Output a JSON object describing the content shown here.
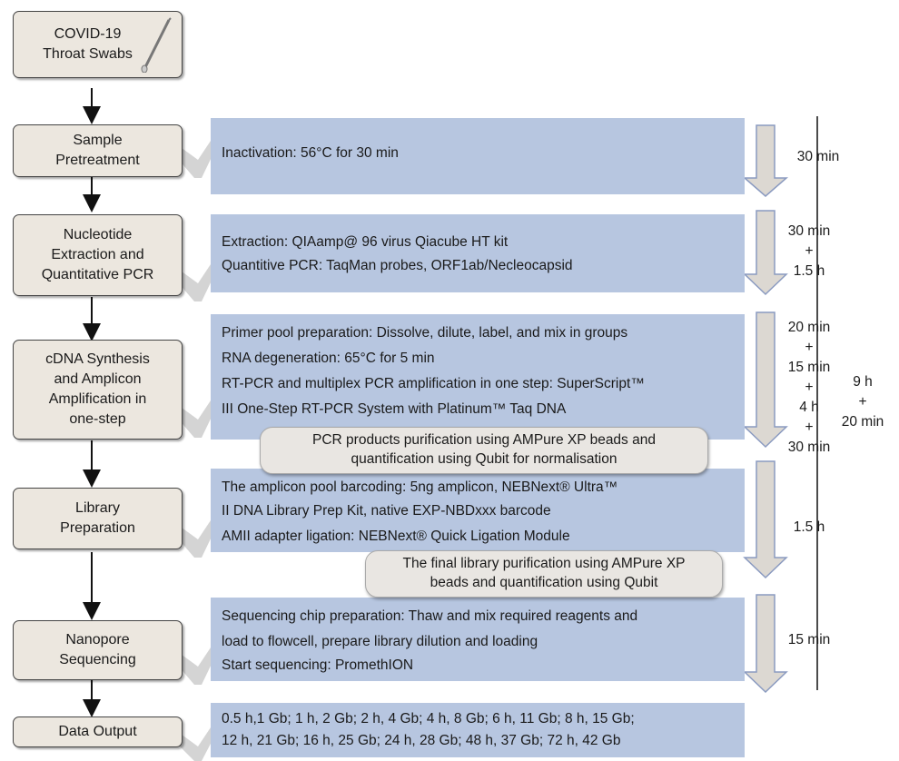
{
  "steps": [
    {
      "label": "COVID-19\nThroat Swabs"
    },
    {
      "label": "Sample\nPretreatment"
    },
    {
      "label": "Nucleotide\nExtraction and\nQuantitative PCR"
    },
    {
      "label": "cDNA Synthesis\nand Amplicon\nAmplification in\none-step"
    },
    {
      "label": "Library\nPreparation"
    },
    {
      "label": "Nanopore\nSequencing"
    },
    {
      "label": "Data Output"
    }
  ],
  "details": {
    "pretreatment": [
      "Inactivation: 56°C for 30 min"
    ],
    "extraction": [
      "Extraction: QIAamp@ 96 virus Qiacube HT kit",
      "Quantitive PCR: TaqMan probes, ORF1ab/Necleocapsid"
    ],
    "cdna": [
      "Primer pool preparation: Dissolve, dilute, label, and mix in groups",
      "RNA degeneration: 65°C for 5 min",
      "RT-PCR and multiplex PCR amplification in one step:  SuperScript™",
      "III One-Step RT-PCR System with Platinum™ Taq DNA"
    ],
    "library": [
      "The amplicon pool barcoding: 5ng amplicon, NEBNext® Ultra™",
      "II DNA Library Prep Kit, native EXP-NBDxxx barcode",
      "AMII adapter ligation: NEBNext® Quick Ligation Module"
    ],
    "sequencing": [
      "Sequencing chip preparation: Thaw and mix required reagents and",
      "load to flowcell, prepare library dilution and loading",
      "Start sequencing: PromethION"
    ],
    "output": [
      "0.5 h,1 Gb; 1 h, 2 Gb; 2 h, 4 Gb; 4 h, 8 Gb; 6 h, 11 Gb; 8 h, 15 Gb;",
      "12 h, 21 Gb; 16 h, 25 Gb; 24 h, 28 Gb; 48 h, 37 Gb; 72 h, 42 Gb"
    ]
  },
  "pills": {
    "pcr_purification": "PCR products purification using AMPure XP beads and\nquantification using Qubit for normalisation",
    "library_purification": "The final library purification using AMPure XP\nbeads and quantification using Qubit"
  },
  "times": {
    "pretreatment": "30 min",
    "extraction": "30 min\n+\n1.5 h",
    "cdna": "20 min\n+\n15 min\n+\n4 h\n+\n30 min",
    "library": "1.5 h",
    "sequencing": "15 min",
    "total": "9 h\n+\n20 min"
  },
  "colors": {
    "step_fill": "#ece7df",
    "detail_fill": "#b7c6e0",
    "pill_fill": "#e9e6e2",
    "down_arrow_fill": "#dcd8d2",
    "chevron": "#d4d4d4"
  },
  "icons": {
    "swab": "swab-icon"
  }
}
